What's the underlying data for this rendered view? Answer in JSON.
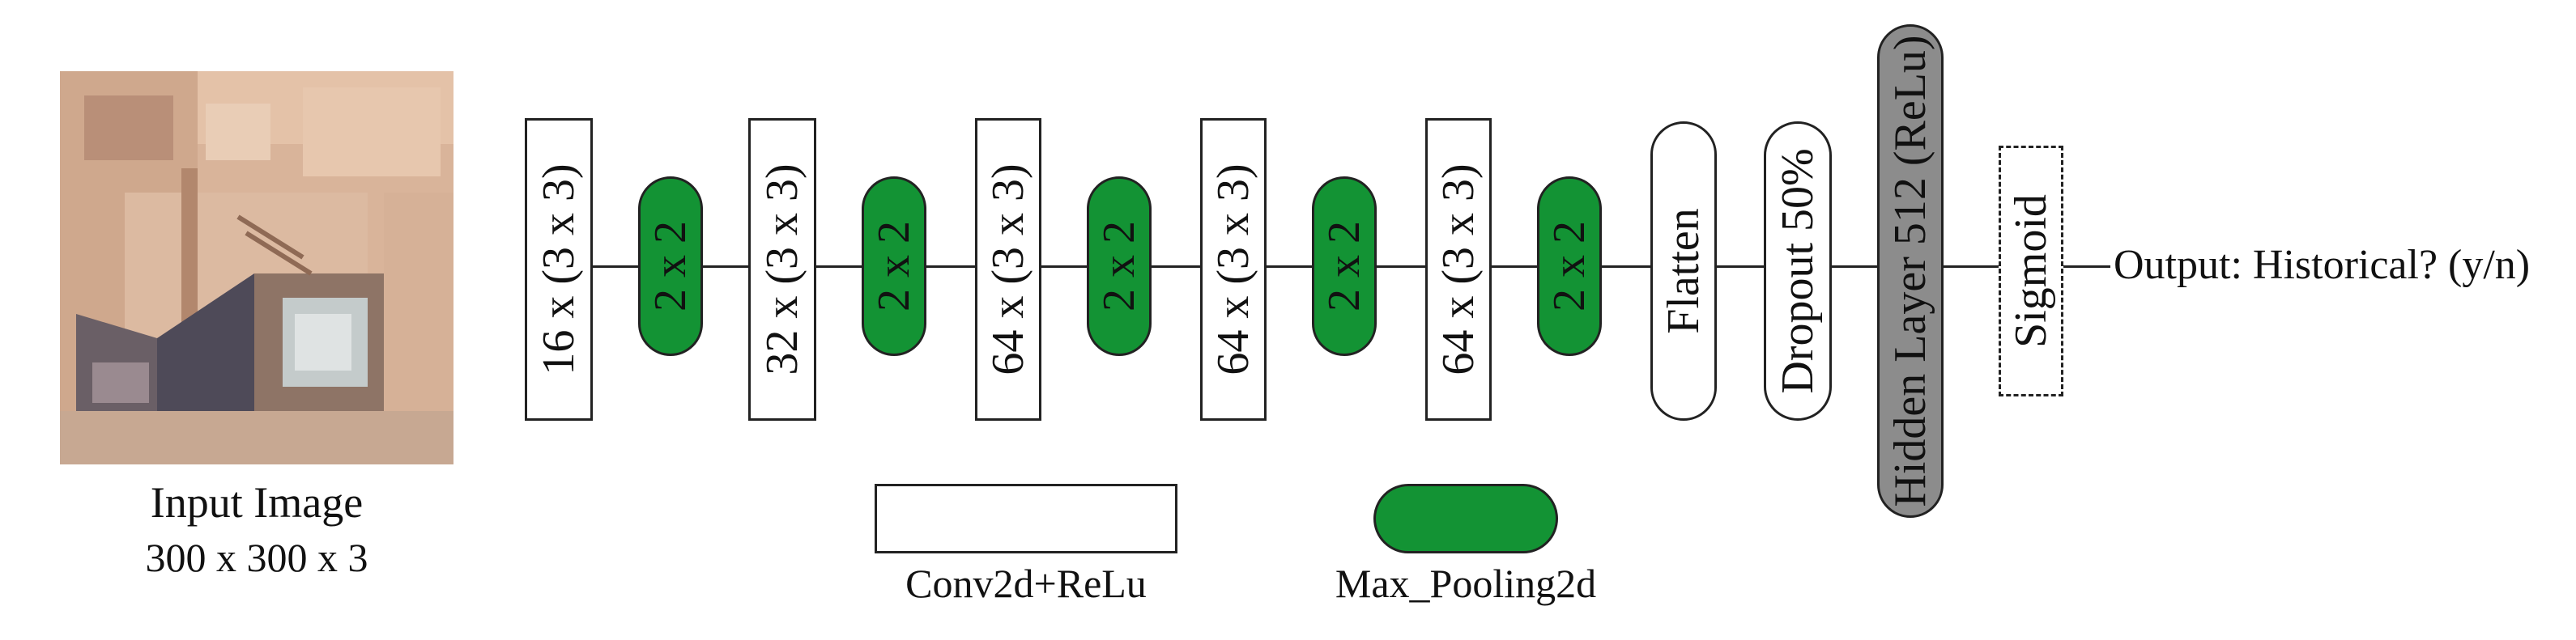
{
  "input": {
    "title": "Input Image",
    "dims": "300 x 300 x 3"
  },
  "layers": {
    "conv1": "16 x (3 x 3)",
    "pool1": "2 x 2",
    "conv2": "32 x (3 x 3)",
    "pool2": "2 x 2",
    "conv3": "64 x (3 x 3)",
    "pool3": "2 x 2",
    "conv4": "64 x (3 x 3)",
    "pool4": "2 x 2",
    "conv5": "64 x (3 x 3)",
    "pool5": "2 x 2",
    "flatten": "Flatten",
    "dropout": "Dropout 50%",
    "hidden": "Hidden Layer 512 (ReLu)",
    "sigmoid": "Sigmoid"
  },
  "output": "Output: Historical? (y/n)",
  "legend": {
    "conv": "Conv2d+ReLu",
    "pool": "Max_Pooling2d"
  },
  "colors": {
    "pool_fill": "#139334",
    "hidden_fill": "#8c8c8c"
  }
}
